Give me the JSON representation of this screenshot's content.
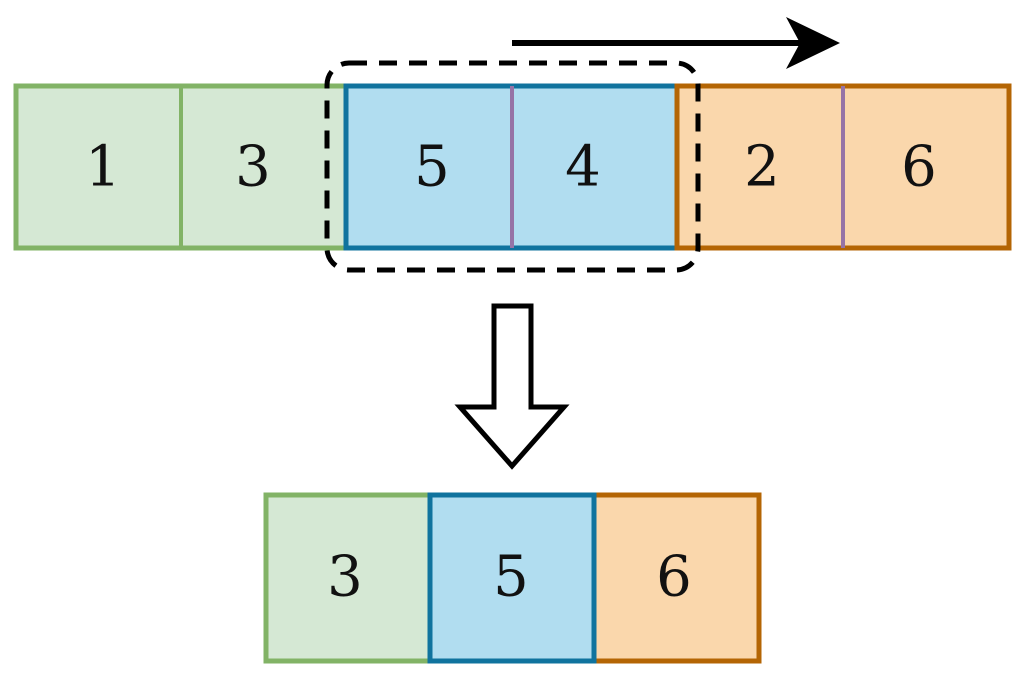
{
  "colors": {
    "green_fill": "#d5e8d4",
    "green_stroke": "#82b366",
    "blue_fill": "#b1ddf0",
    "blue_stroke": "#10739e",
    "orange_fill": "#fad7ac",
    "orange_stroke": "#b46504",
    "divider_purple": "#9673a6",
    "ink": "#000000"
  },
  "top_row": [
    {
      "label": "1",
      "group": "green"
    },
    {
      "label": "3",
      "group": "green"
    },
    {
      "label": "5",
      "group": "blue"
    },
    {
      "label": "4",
      "group": "blue"
    },
    {
      "label": "2",
      "group": "orange"
    },
    {
      "label": "6",
      "group": "orange"
    }
  ],
  "bottom_row": [
    {
      "label": "3",
      "group": "green"
    },
    {
      "label": "5",
      "group": "blue"
    },
    {
      "label": "6",
      "group": "orange"
    }
  ],
  "icons": {
    "direction_arrow": "arrow-right-icon",
    "transform_arrow": "hollow-arrow-down-icon"
  }
}
